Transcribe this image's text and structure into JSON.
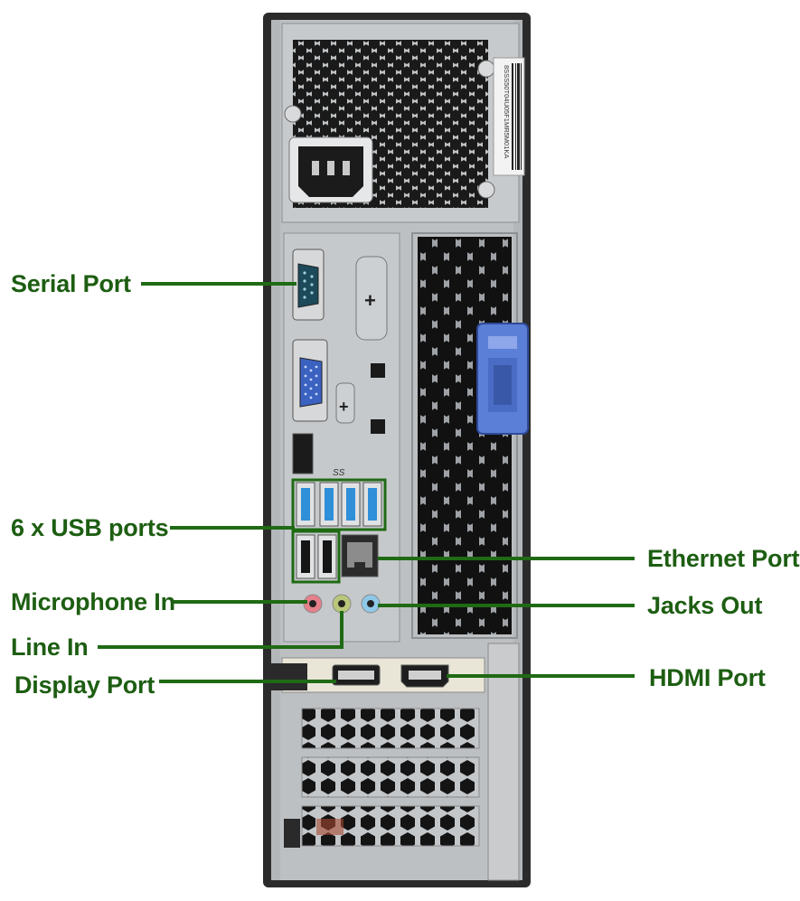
{
  "colors": {
    "label": "#1d5e12",
    "leader_line": "#1f6a14",
    "chassis": "#b9bcbf",
    "chassis_edge": "#2b2b2b",
    "usb_blue": "#2f8fd8",
    "mic_pink": "#e57f8b",
    "line_in_green": "#b9c77a",
    "jack_blue": "#8ec8e8",
    "latch_blue": "#5b7fd6"
  },
  "icons": [
    "serial-port-icon",
    "vga-port-icon",
    "usb-port-icon",
    "ethernet-port-icon",
    "audio-jack-icon",
    "hdmi-port-icon",
    "display-port-icon",
    "power-socket-icon"
  ],
  "sticker": {
    "serial_text": "8SSS50T04U05F1MR5M01KA"
  },
  "usb_header": "SS",
  "labels": {
    "serial_port": "Serial Port",
    "usb_ports": "6 x USB ports",
    "microphone_in": "Microphone In",
    "line_in": "Line In",
    "display_port": "Display Port",
    "ethernet_port": "Ethernet Port",
    "jacks_out": "Jacks Out",
    "hdmi_port": "HDMI Port"
  }
}
